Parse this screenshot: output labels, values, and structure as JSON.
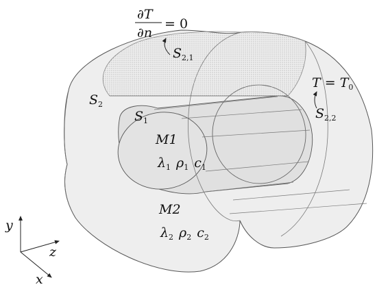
{
  "boundary_condition_top": {
    "numerator": "∂T",
    "denominator": "∂n",
    "rhs": "= 0"
  },
  "boundary_condition_right": {
    "lhs": "T",
    "eq": " = ",
    "rhs": "T",
    "rhs_sub": "0"
  },
  "surfaces": {
    "outer": {
      "base": "S",
      "sub": "2"
    },
    "inner": {
      "base": "S",
      "sub": "1"
    },
    "top_part": {
      "base": "S",
      "sub": "2,1"
    },
    "right_part": {
      "base": "S",
      "sub": "2,2"
    }
  },
  "material_1": {
    "name": "M1",
    "props": [
      {
        "base": "λ",
        "sub": "1"
      },
      {
        "base": "ρ",
        "sub": "1"
      },
      {
        "base": "c",
        "sub": "1"
      }
    ]
  },
  "material_2": {
    "name": "M2",
    "props": [
      {
        "base": "λ",
        "sub": "2"
      },
      {
        "base": "ρ",
        "sub": "2"
      },
      {
        "base": "c",
        "sub": "2"
      }
    ]
  },
  "axes": {
    "x": "x",
    "y": "y",
    "z": "z"
  },
  "colors": {
    "outer_fill": "#eeeeee",
    "inner_fill": "#e0e0e0",
    "stroke": "#555555",
    "dotted": "#9a9a9a"
  }
}
